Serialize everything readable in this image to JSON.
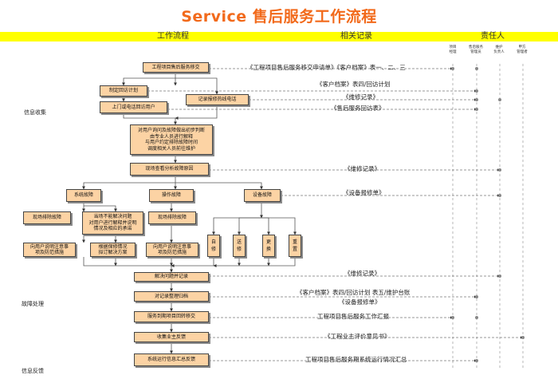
{
  "title": "Service 售后服务工作流程",
  "header": {
    "workflow": "工作流程",
    "records": "相关记录",
    "responsibility": "责任人"
  },
  "roles": [
    "项目\n经理",
    "售后服务\n管理员",
    "维护\n负责人",
    "甲方\n管理者"
  ],
  "stages": {
    "info_collect": "信息收集",
    "fault_handle": "故障处理",
    "info_feedback": "信息反馈"
  },
  "boxes": {
    "transfer": "工程项目售后服务移交",
    "plan_visit": "制定回访计划",
    "record_call": "记录报修热线电话",
    "visit": "上门或电话回访用户",
    "analysis": "对用户询问及故障做出初步判断\n由专业人员进行解释\n与用户约定排除故障时间\n调度相关人员前往维护",
    "onsite": "现场查看分析故障原因",
    "sys_fault": "系统故障",
    "op_fault": "操作故障",
    "dev_fault": "设备故障",
    "sys_fix": "现场排除故障",
    "cannot_fix": "当场不能解决问题\n对用户进行解释并说明\n情况及相应的承诺",
    "op_fix": "现场排除故障",
    "dev_self": "自\n修",
    "dev_send": "送\n修",
    "dev_replace": "更\n换",
    "dev_buy": "重\n置",
    "sys_explain": "向用户说明注意事\n项及防范措施",
    "report_plan": "根据保修情况\n拟订解决方案",
    "op_explain": "向用户说明注意事\n项及防范措施",
    "resolve_record": "解决问题并记录",
    "organize": "对记录整理归档",
    "expire_transfer": "服务到期项目回转移交",
    "collect_feedback": "收集业主反馈",
    "summary": "系统运行信息汇总反馈"
  },
  "records": {
    "r1": "《工程项目售后服务移交申请单》《客户档案》表一、二、三",
    "r2": "《客户档案》表四/回访计划",
    "r3": "《维修记录》",
    "r4": "《售后服务回访表》",
    "r5": "《维修记录》",
    "r6": "《设备报修单》",
    "r7": "《维修记录》",
    "r8": "《客户档案》表四/回访计划 表五/维护台账",
    "r9": "《设备报修单》",
    "r10": "工程项目售后服务工作汇报",
    "r11": "《工程业主评价意见书》",
    "r12": "工程项目售后服务期系统运行情况汇总"
  },
  "colors": {
    "title": "#f26a1b",
    "header_bar": "#ffff00",
    "box_fill": "#fcd3a4"
  }
}
